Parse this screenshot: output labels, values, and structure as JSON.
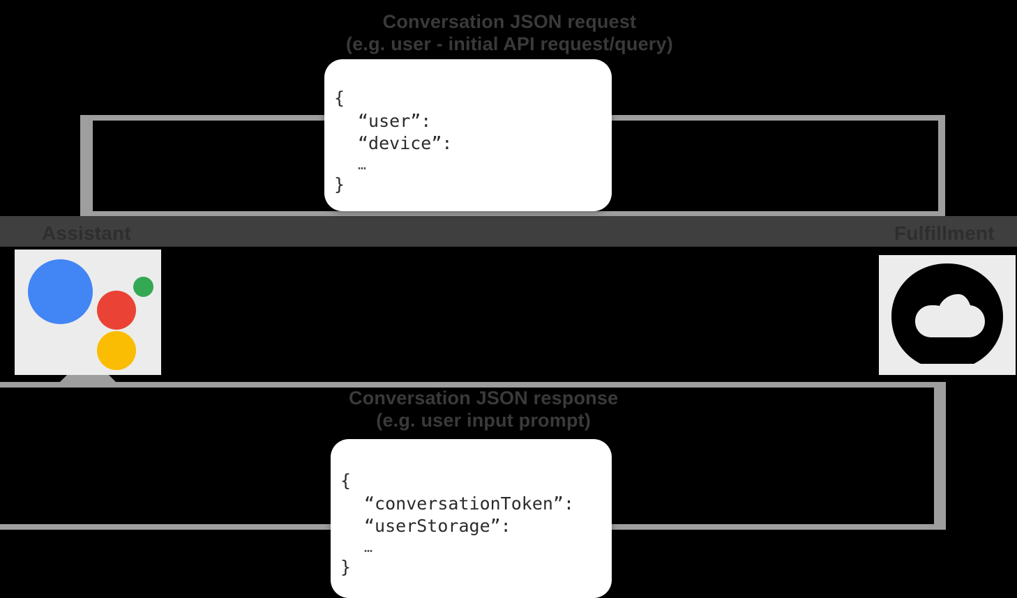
{
  "diagram": {
    "type": "flow",
    "title": "Google Assistant conversation JSON exchange",
    "background_color": "#000000",
    "band_color": "#9e9e9e",
    "tile_color": "#ececec"
  },
  "top_flow": {
    "label_line1": "Conversation JSON request",
    "label_line2": "(e.g. user - initial API request/query)",
    "direction": "assistant-to-fulfillment",
    "json": {
      "open_brace": "{",
      "keys": [
        "“user”:",
        "“device”:"
      ],
      "ellipsis": "…",
      "close_brace": "}"
    }
  },
  "bottom_flow": {
    "label_line1": "Conversation JSON response",
    "label_line2": "(e.g. user input prompt)",
    "direction": "fulfillment-to-assistant",
    "json": {
      "open_brace": "{",
      "keys": [
        "“conversationToken”:",
        "“userStorage”:"
      ],
      "ellipsis": "…",
      "close_brace": "}"
    }
  },
  "nodes": {
    "left": {
      "label": "Assistant",
      "icon": "google-assistant-icon",
      "icon_colors": {
        "blue": "#4285f4",
        "red": "#ea4335",
        "green": "#34a853",
        "yellow": "#fbbc04"
      }
    },
    "right": {
      "label": "Fulfillment",
      "icon": "cloud-functions-icon",
      "icon_color": "#000000"
    }
  }
}
